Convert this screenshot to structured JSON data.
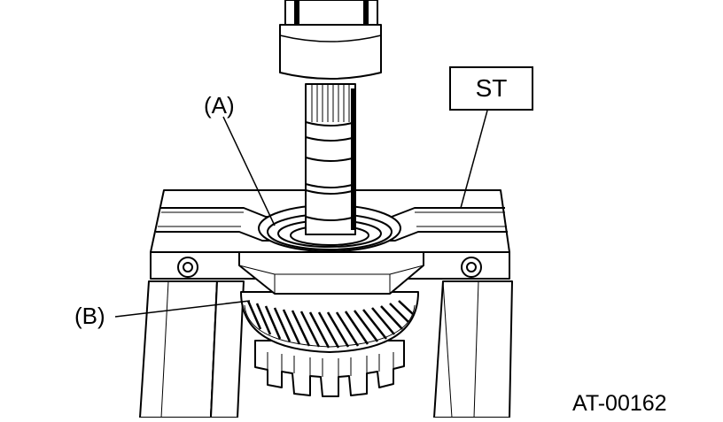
{
  "labels": {
    "a": "(A)",
    "b": "(B)",
    "st": "ST"
  },
  "figure_id": "AT-00162"
}
